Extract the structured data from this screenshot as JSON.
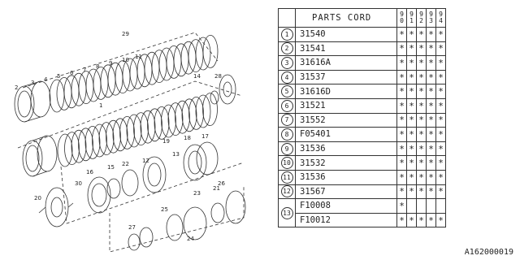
{
  "table": {
    "header": "PARTS CORD",
    "years": [
      [
        "9",
        "0"
      ],
      [
        "9",
        "1"
      ],
      [
        "9",
        "2"
      ],
      [
        "9",
        "3"
      ],
      [
        "9",
        "4"
      ]
    ],
    "rows": [
      {
        "num": "1",
        "code": "31540",
        "marks": [
          "*",
          "*",
          "*",
          "*",
          "*"
        ]
      },
      {
        "num": "2",
        "code": "31541",
        "marks": [
          "*",
          "*",
          "*",
          "*",
          "*"
        ]
      },
      {
        "num": "3",
        "code": "31616A",
        "marks": [
          "*",
          "*",
          "*",
          "*",
          "*"
        ]
      },
      {
        "num": "4",
        "code": "31537",
        "marks": [
          "*",
          "*",
          "*",
          "*",
          "*"
        ]
      },
      {
        "num": "5",
        "code": "31616D",
        "marks": [
          "*",
          "*",
          "*",
          "*",
          "*"
        ]
      },
      {
        "num": "6",
        "code": "31521",
        "marks": [
          "*",
          "*",
          "*",
          "*",
          "*"
        ]
      },
      {
        "num": "7",
        "code": "31552",
        "marks": [
          "*",
          "*",
          "*",
          "*",
          "*"
        ]
      },
      {
        "num": "8",
        "code": "F05401",
        "marks": [
          "*",
          "*",
          "*",
          "*",
          "*"
        ]
      },
      {
        "num": "9",
        "code": "31536",
        "marks": [
          "*",
          "*",
          "*",
          "*",
          "*"
        ]
      },
      {
        "num": "10",
        "code": "31532",
        "marks": [
          "*",
          "*",
          "*",
          "*",
          "*"
        ]
      },
      {
        "num": "11",
        "code": "31536",
        "marks": [
          "*",
          "*",
          "*",
          "*",
          "*"
        ]
      },
      {
        "num": "12",
        "code": "31567",
        "marks": [
          "*",
          "*",
          "*",
          "*",
          "*"
        ]
      }
    ],
    "row13": {
      "num": "13",
      "subrows": [
        {
          "code": "F10008",
          "marks": [
            "*",
            "",
            "",
            "",
            ""
          ]
        },
        {
          "code": "F10012",
          "marks": [
            "*",
            "*",
            "*",
            "*",
            "*"
          ]
        }
      ]
    }
  },
  "footer_code": "A162000019",
  "diagram_labels": [
    "29",
    "28",
    "14",
    "1",
    "2",
    "3",
    "4",
    "5",
    "6",
    "7",
    "8",
    "9",
    "10",
    "11",
    "12",
    "13",
    "19",
    "18",
    "17",
    "16",
    "15",
    "22",
    "30",
    "20",
    "23",
    "21",
    "25",
    "24",
    "26",
    "27"
  ]
}
